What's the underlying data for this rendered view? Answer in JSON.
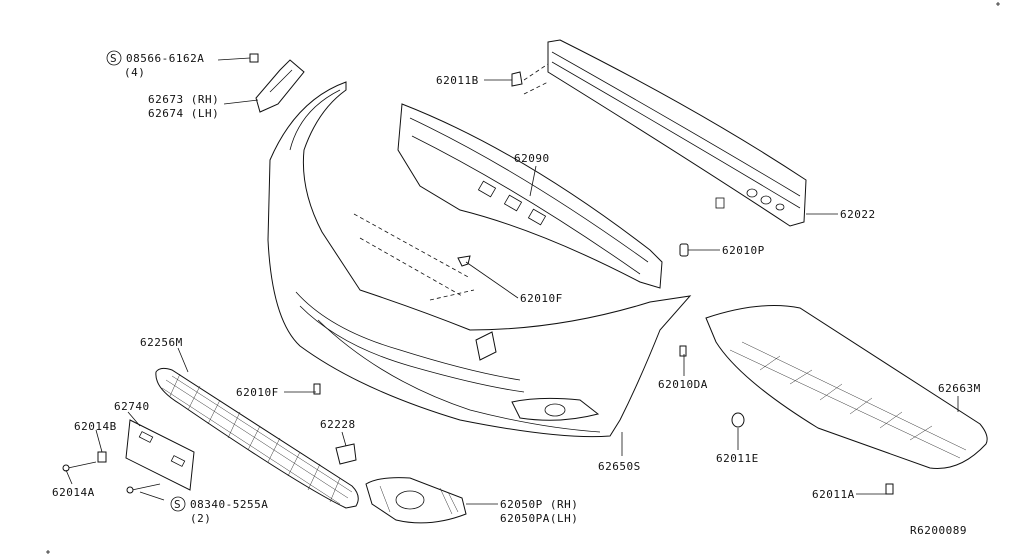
{
  "diagram": {
    "ref_code": "R6200089",
    "labels": {
      "s1_part": "08566-6162A",
      "s1_qty": "(4)",
      "bracket_rh": "62673 (RH)",
      "bracket_lh": "62674 (LH)",
      "clip_11b": "62011B",
      "absorber": "62090",
      "reinforce": "62022",
      "clip_10p": "62010P",
      "clip_10f_top": "62010F",
      "grille": "62256M",
      "clip_10f_left": "62010F",
      "plate": "62740",
      "clip_14b": "62014B",
      "screw_14a": "62014A",
      "s2_part": "08340-5255A",
      "s2_qty": "(2)",
      "cap_228": "62228",
      "clip_10da": "62010DA",
      "fascia": "62650S",
      "finisher_rh": "62050P (RH)",
      "finisher_lh": "62050PA(LH)",
      "cover": "62663M",
      "clip_11e": "62011E",
      "clip_11a": "62011A",
      "s_symbol": "S"
    }
  }
}
